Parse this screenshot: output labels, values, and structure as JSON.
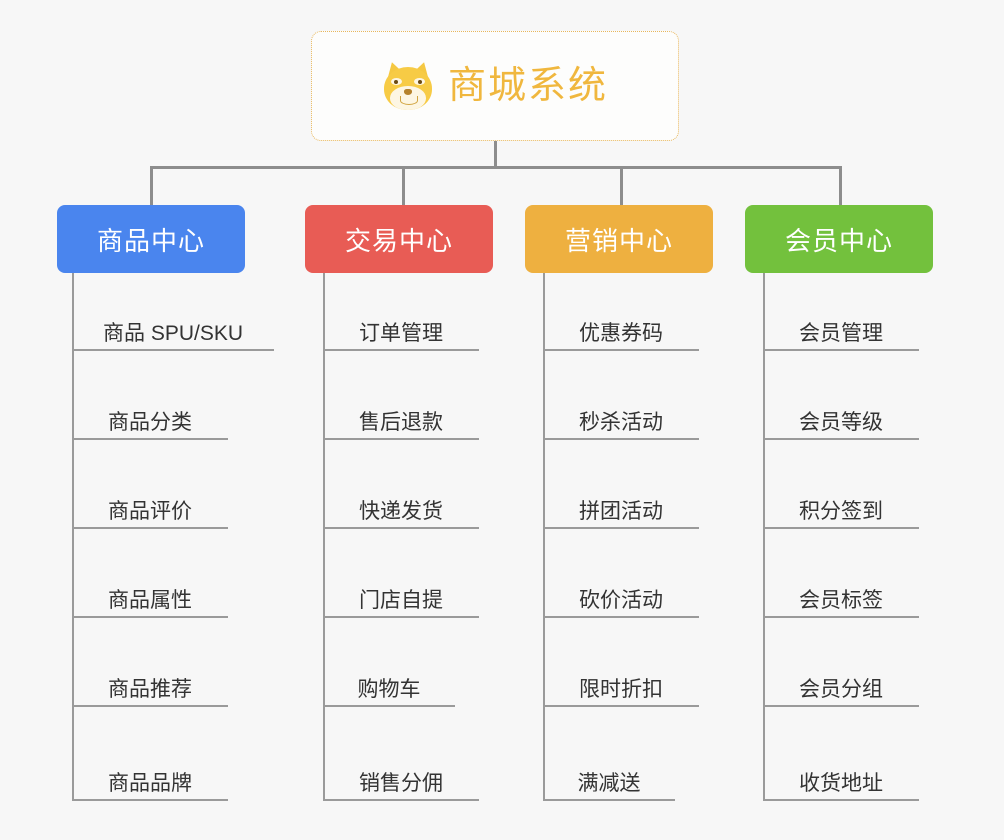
{
  "page": {
    "background_color": "#f7f7f7",
    "line_color": "#8d8d8d",
    "leaf_line_color": "#9a9a9a",
    "leaf_text_color": "#333333"
  },
  "root": {
    "title": "商城系统",
    "icon": "shiba-inu-dog-face-icon",
    "title_color": "#f0b73e",
    "border_color": "#e8b75c"
  },
  "columns": [
    {
      "id": "product-center",
      "title": "商品中心",
      "color": "#4a85ee",
      "items": [
        "商品 SPU/SKU",
        "商品分类",
        "商品评价",
        "商品属性",
        "商品推荐",
        "商品品牌"
      ]
    },
    {
      "id": "trade-center",
      "title": "交易中心",
      "color": "#e85c55",
      "items": [
        "订单管理",
        "售后退款",
        "快递发货",
        "门店自提",
        "购物车",
        "销售分佣"
      ]
    },
    {
      "id": "marketing-center",
      "title": "营销中心",
      "color": "#eeb040",
      "items": [
        "优惠券码",
        "秒杀活动",
        "拼团活动",
        "砍价活动",
        "限时折扣",
        "满减送"
      ]
    },
    {
      "id": "member-center",
      "title": "会员中心",
      "color": "#73c13d",
      "items": [
        "会员管理",
        "会员等级",
        "积分签到",
        "会员标签",
        "会员分组",
        "收货地址"
      ]
    }
  ]
}
